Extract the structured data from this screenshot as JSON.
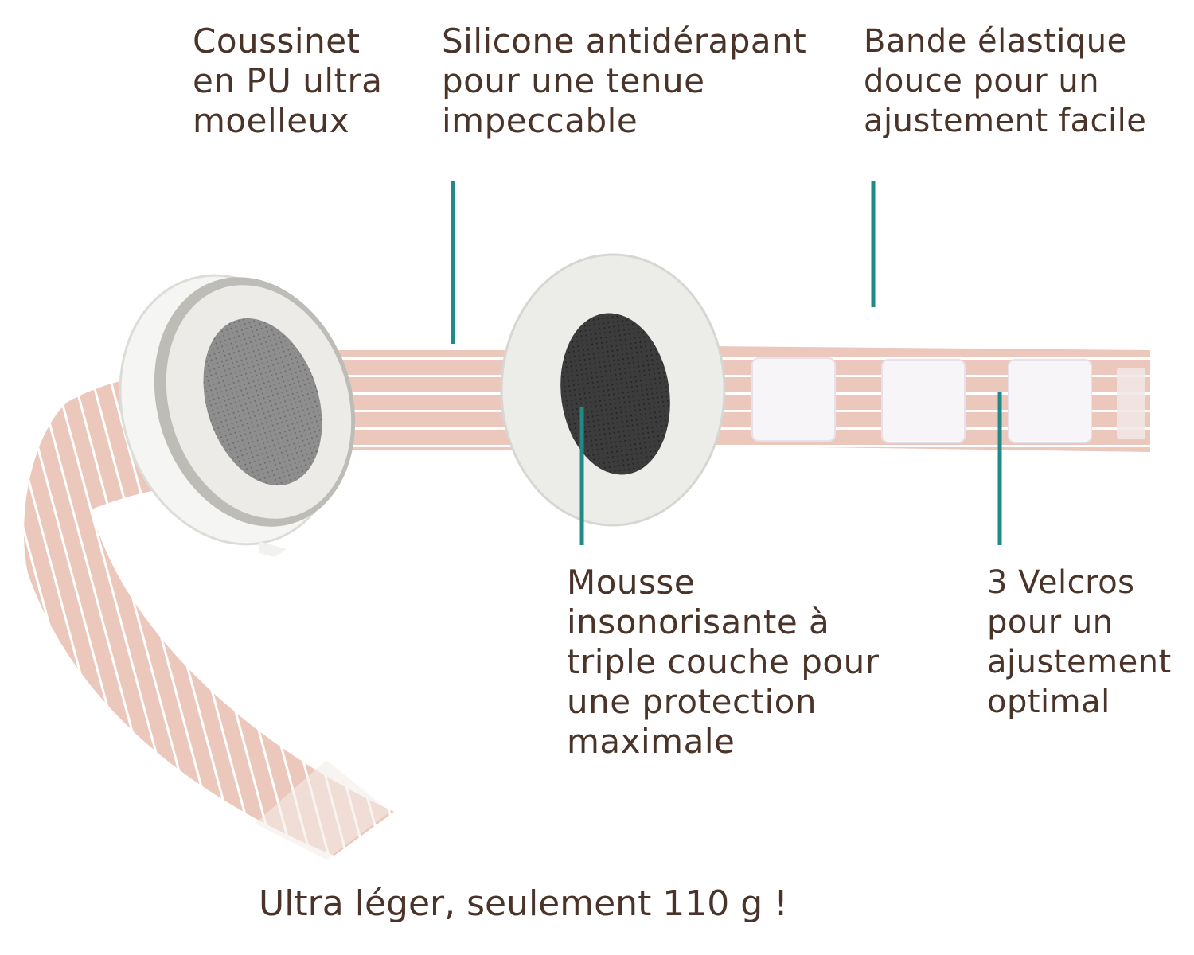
{
  "callouts": {
    "cushion": {
      "lines": [
        "Coussinet",
        "en PU ultra",
        "moelleux"
      ]
    },
    "silicone": {
      "lines": [
        "Silicone antidérapant",
        "pour une tenue",
        "impeccable"
      ]
    },
    "band": {
      "lines": [
        "Bande élastique",
        "douce pour un",
        "ajustement facile"
      ]
    },
    "foam": {
      "lines": [
        "Mousse",
        "insonorisante à",
        "triple couche pour",
        "une protection",
        "maximale"
      ]
    },
    "velcro": {
      "lines": [
        "3 Velcros",
        "pour un",
        "ajustement",
        "optimal"
      ]
    }
  },
  "footer": {
    "text": "Ultra léger, seulement 110 g !"
  },
  "colors": {
    "text": "#4a3328",
    "leader_line": "#1f8a86",
    "band_pink": "#ecc7bb",
    "band_stripe": "#ffffff",
    "cushion": "#ececea",
    "foam": "#3a3a3a",
    "velcro": "#f7f5f8"
  }
}
